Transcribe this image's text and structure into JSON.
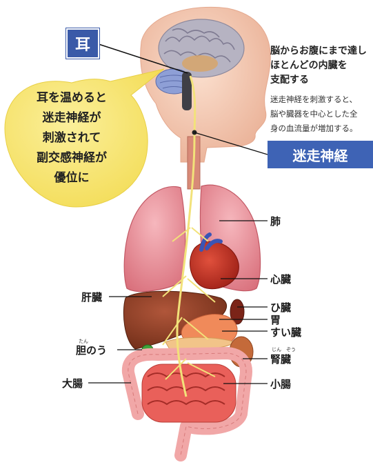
{
  "ear_label": "耳",
  "bubble_lines": [
    "耳を温めると",
    "迷走神経が",
    "刺激されて",
    "副交感神経が",
    "優位に"
  ],
  "info": {
    "heading_lines": [
      "脳からお腹にまで達し",
      "ほとんどの内臓を",
      "支配する"
    ],
    "body_lines": [
      "迷走神経を刺激すると、",
      "脳や臓器を中心とした全",
      "身の血流量が増加する。"
    ]
  },
  "vagus_label": "迷走神経",
  "organs": {
    "lung": "肺",
    "heart": "心臓",
    "liver": "肝臓",
    "spleen": "ひ臓",
    "stomach": "胃",
    "pancreas": "すい臓",
    "gallbladder": "胆のう",
    "gallbladder_ruby": "たん",
    "kidney": "腎臓",
    "kidney_ruby": "じん　ぞう",
    "large_intestine": "大腸",
    "small_intestine": "小腸"
  },
  "colors": {
    "ear_box": "#3a5aa8",
    "vagus_banner": "#3e63b5",
    "bubble": "#f7e56a",
    "nerve": "#f2e27a",
    "skin": "#f3c7ae",
    "lung": "#e8909a",
    "liver": "#8a3b22",
    "intestine": "#e96b6b"
  }
}
